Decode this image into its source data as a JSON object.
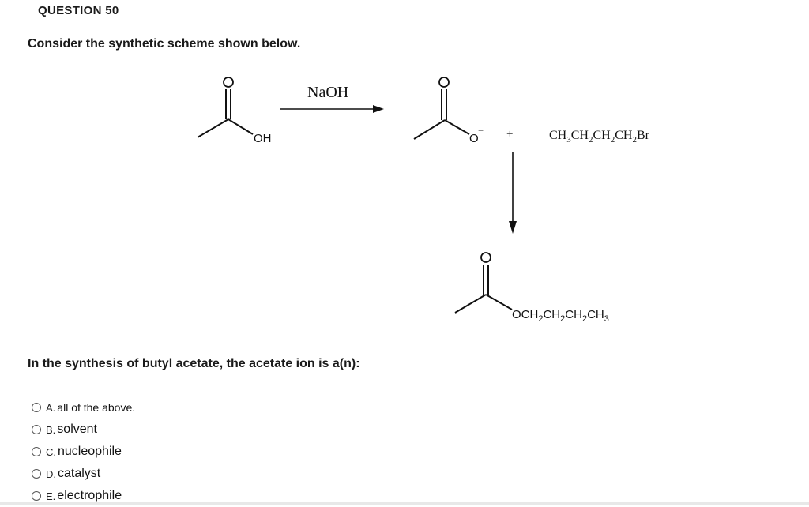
{
  "question": {
    "header": "QUESTION 50",
    "intro": "Consider the synthetic scheme shown below.",
    "prompt": "In the synthesis of butyl acetate, the acetate ion is a(n):"
  },
  "scheme": {
    "reagent": "NaOH",
    "acid_oxygen_top": "O",
    "acid_oh": "OH",
    "acetate_oxygen_top": "O",
    "acetate_oxygen_minus": "O",
    "minus_sign": "−",
    "plus_sign": "+",
    "bromide_formula": "CH3CH2CH2CH2Br",
    "product_oxygen_top": "O",
    "product_ester_group": "OCH2CH2CH2CH3"
  },
  "options": [
    {
      "letter": "A.",
      "text": "all of the above."
    },
    {
      "letter": "B.",
      "text": "solvent"
    },
    {
      "letter": "C.",
      "text": "nucleophile"
    },
    {
      "letter": "D.",
      "text": "catalyst"
    },
    {
      "letter": "E.",
      "text": "electrophile"
    }
  ]
}
